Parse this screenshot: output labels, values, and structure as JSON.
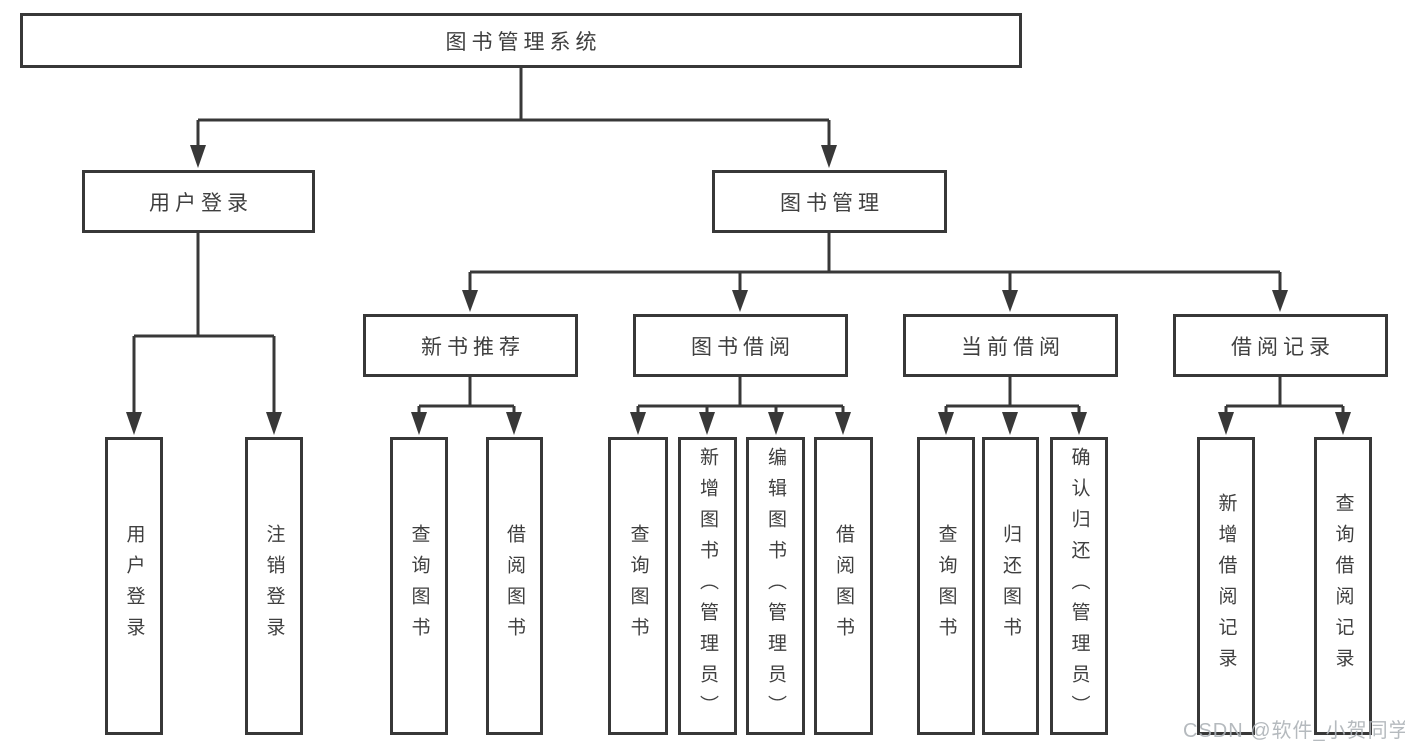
{
  "diagram": {
    "nodes": {
      "root": {
        "label": "图书管理系统"
      },
      "user_login": {
        "label": "用户登录"
      },
      "book_mgmt": {
        "label": "图书管理"
      },
      "new_book": {
        "label": "新书推荐"
      },
      "borrow": {
        "label": "图书借阅"
      },
      "current": {
        "label": "当前借阅"
      },
      "records": {
        "label": "借阅记录"
      },
      "leaves": {
        "user_login_leaf": "用户登录",
        "logout": "注销登录",
        "new_book_query": "查询图书",
        "new_book_borrow": "借阅图书",
        "borrow_query": "查询图书",
        "borrow_add": "新增图书（管理员）",
        "borrow_edit": "编辑图书（管理员）",
        "borrow_borrow": "借阅图书",
        "current_query": "查询图书",
        "current_return": "归还图书",
        "current_confirm": "确认归还（管理员）",
        "records_add": "新增借阅记录",
        "records_query": "查询借阅记录"
      }
    },
    "colors": {
      "line": "#383838",
      "text": "#3f3f3f",
      "watermark": "#aeb3b8"
    }
  },
  "watermark": "CSDN @软件_小贺同学"
}
